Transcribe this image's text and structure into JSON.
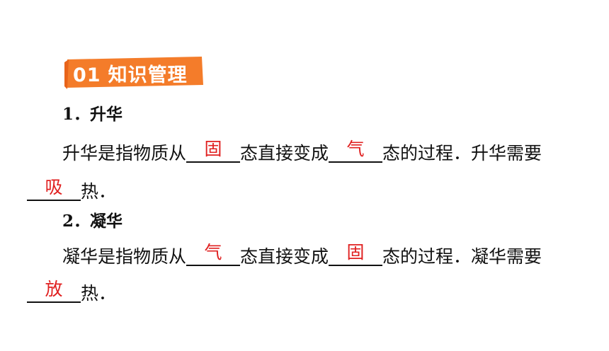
{
  "banner": {
    "number": "01",
    "title": "知识管理",
    "color": "#f47c2a"
  },
  "sections": [
    {
      "heading": "1．升华",
      "line1_a": "升华是指物质从",
      "blank1": "固",
      "line1_b": "态直接变成",
      "blank2": "气",
      "line1_c": "态的过程．升华需要",
      "blank3": "吸",
      "line2_end": "热．"
    },
    {
      "heading": "2．凝华",
      "line1_a": "凝华是指物质从",
      "blank1": "气",
      "line1_b": "态直接变成",
      "blank2": "固",
      "line1_c": "态的过程．凝华需要",
      "blank3": "放",
      "line2_end": "热．"
    }
  ],
  "colors": {
    "answer": "#e02020",
    "text": "#111111"
  }
}
